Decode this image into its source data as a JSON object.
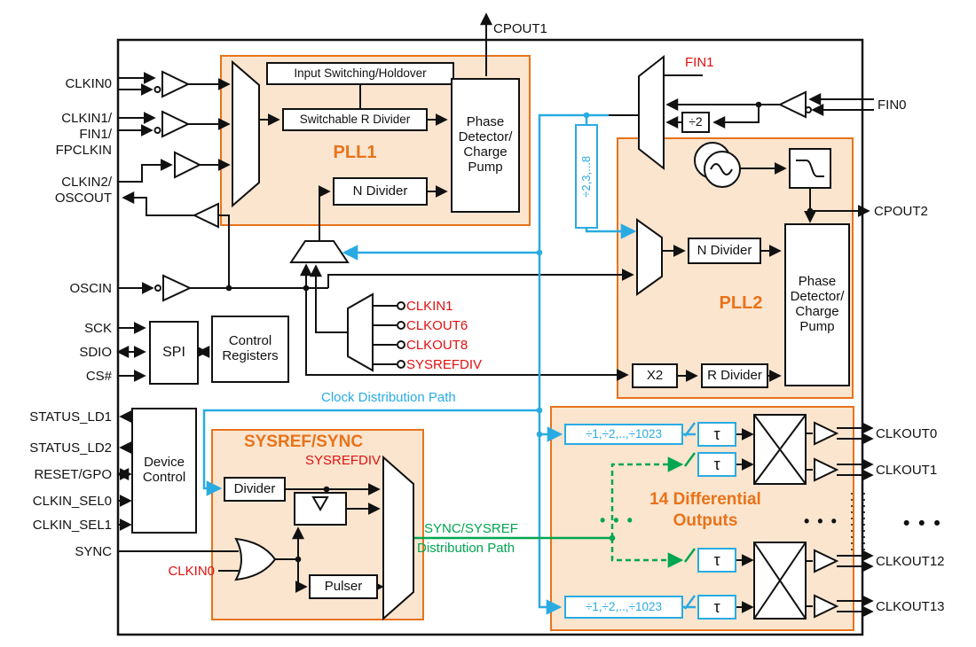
{
  "pins_left": {
    "clkin0": "CLKIN0",
    "clkin1_group": "CLKIN1/\nFIN1/\nFPCLKIN",
    "clkin2_group": "CLKIN2/\nOSCOUT",
    "oscin": "OSCIN",
    "sck": "SCK",
    "sdio": "SDIO",
    "cs": "CS#",
    "status_ld1": "STATUS_LD1",
    "status_ld2": "STATUS_LD2",
    "reset_gpo": "RESET/GPO",
    "clkin_sel0": "CLKIN_SEL0",
    "clkin_sel1": "CLKIN_SEL1",
    "sync": "SYNC"
  },
  "pins_top": {
    "cpout1": "CPOUT1"
  },
  "pins_right": {
    "fin0": "FIN0",
    "cpout2": "CPOUT2",
    "clkout0": "CLKOUT0",
    "clkout1": "CLKOUT1",
    "clkout12": "CLKOUT12",
    "clkout13": "CLKOUT13"
  },
  "pll1": {
    "title": "PLL1",
    "input_switching": "Input Switching/Holdover",
    "r_divider": "Switchable R Divider",
    "n_divider": "N Divider",
    "phase_detector": "Phase\nDetector/\nCharge\nPump"
  },
  "pll2": {
    "title": "PLL2",
    "n_divider": "N Divider",
    "phase_detector": "Phase\nDetector/\nCharge\nPump",
    "x2": "X2",
    "r_divider": "R Divider",
    "fin1": "FIN1",
    "div2": "÷2"
  },
  "sysref": {
    "title": "SYSREF/SYNC",
    "divider": "Divider",
    "pulser": "Pulser",
    "sysrefdiv": "SYSREFDIV",
    "clkin0": "CLKIN0"
  },
  "outputs": {
    "title": "14 Differential\nOutputs",
    "divider": "÷1,÷2,..,÷1023",
    "tau": "τ",
    "dots": "• • •"
  },
  "control": {
    "spi": "SPI",
    "registers": "Control\nRegisters",
    "device": "Device\nControl"
  },
  "fbmux": {
    "in0": "CLKIN1",
    "in1": "CLKOUT6",
    "in2": "CLKOUT8",
    "in3": "SYSREFDIV"
  },
  "paths": {
    "clock": "Clock Distribution Path",
    "sync1": "SYNC/SYSREF",
    "sync2": "Distribution Path",
    "div238": "÷2,3,...8"
  }
}
